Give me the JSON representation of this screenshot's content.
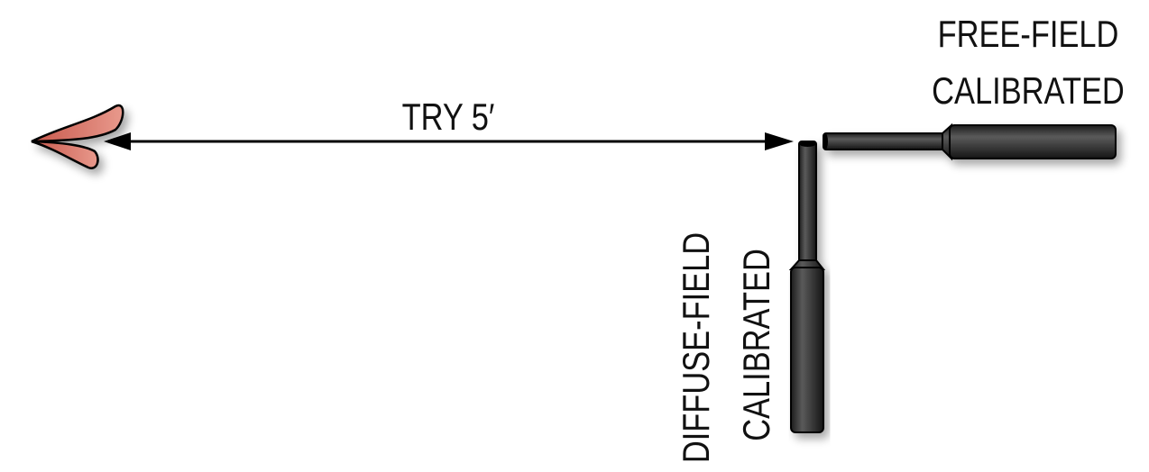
{
  "labels": {
    "distance": "TRY 5′",
    "free_field_line1": "FREE-FIELD",
    "free_field_line2": "CALIBRATED",
    "diffuse_field_line1": "DIFFUSE-FIELD",
    "diffuse_field_line2": "CALIBRATED"
  },
  "colors": {
    "source": "#d9776a",
    "mic": "#2e2e2e",
    "text": "#111111"
  }
}
